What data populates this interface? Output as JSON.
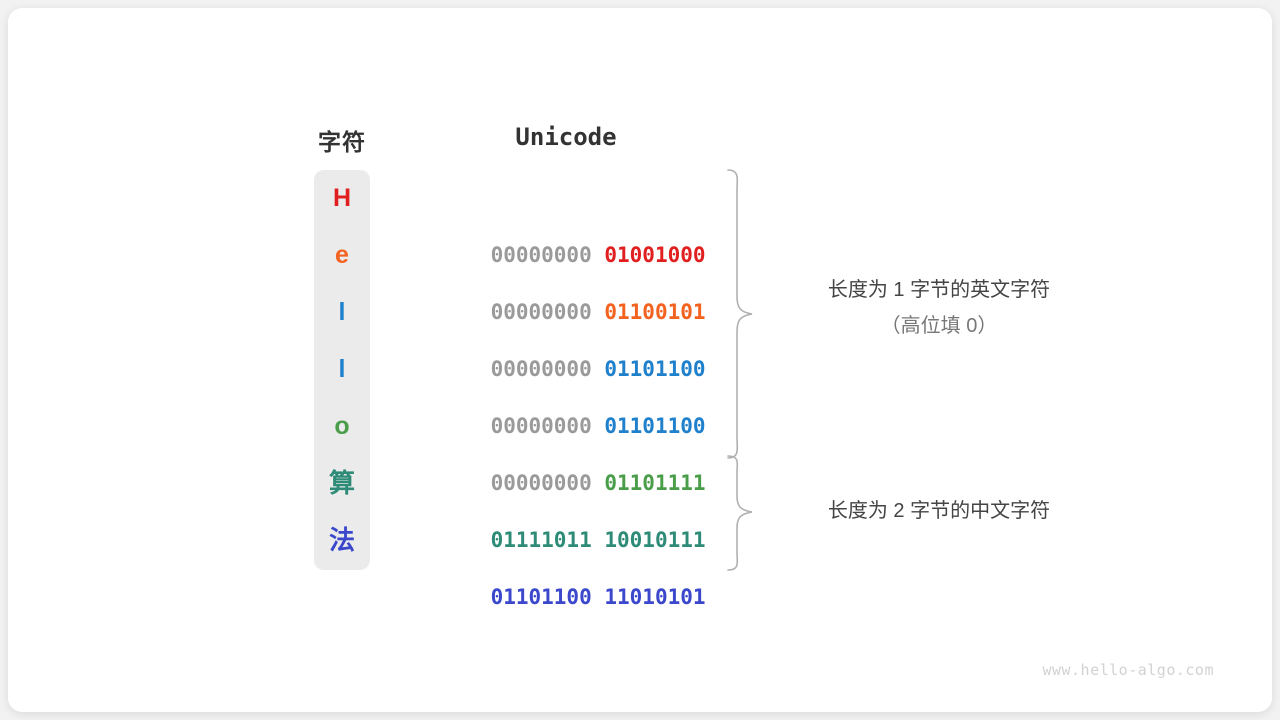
{
  "headers": {
    "character": "字符",
    "unicode": "Unicode"
  },
  "rows": [
    {
      "char": "H",
      "color": "#e02020",
      "high": "00000000 ",
      "low": "01001000"
    },
    {
      "char": "e",
      "color": "#f4621f",
      "high": "00000000 ",
      "low": "01100101"
    },
    {
      "char": "l",
      "color": "#1f80cc",
      "high": "00000000 ",
      "low": "01101100"
    },
    {
      "char": "l",
      "color": "#1f80cc",
      "high": "00000000 ",
      "low": "01101100"
    },
    {
      "char": "o",
      "color": "#4a9e4a",
      "high": "00000000 ",
      "low": "01101111"
    },
    {
      "char": "算",
      "color": "#2e8b77",
      "high": "",
      "low": "01111011 10010111"
    },
    {
      "char": "法",
      "color": "#3b48cc",
      "high": "",
      "low": "01101100 11010101"
    }
  ],
  "annotations": {
    "english": {
      "line1": "长度为 1 字节的英文字符",
      "line2": "（高位填 0）"
    },
    "chinese": {
      "line1": "长度为 2 字节的中文字符"
    }
  },
  "watermark": "www.hello-algo.com",
  "colors": {
    "card_background": "#ffffff",
    "page_background": "#f2f2f2",
    "column_background": "#ebebeb",
    "high_bits": "#9a9a9a",
    "brace": "#b0b0b0",
    "note_text": "#444444",
    "note_subtext": "#777777",
    "watermark": "#d2d2d2"
  }
}
